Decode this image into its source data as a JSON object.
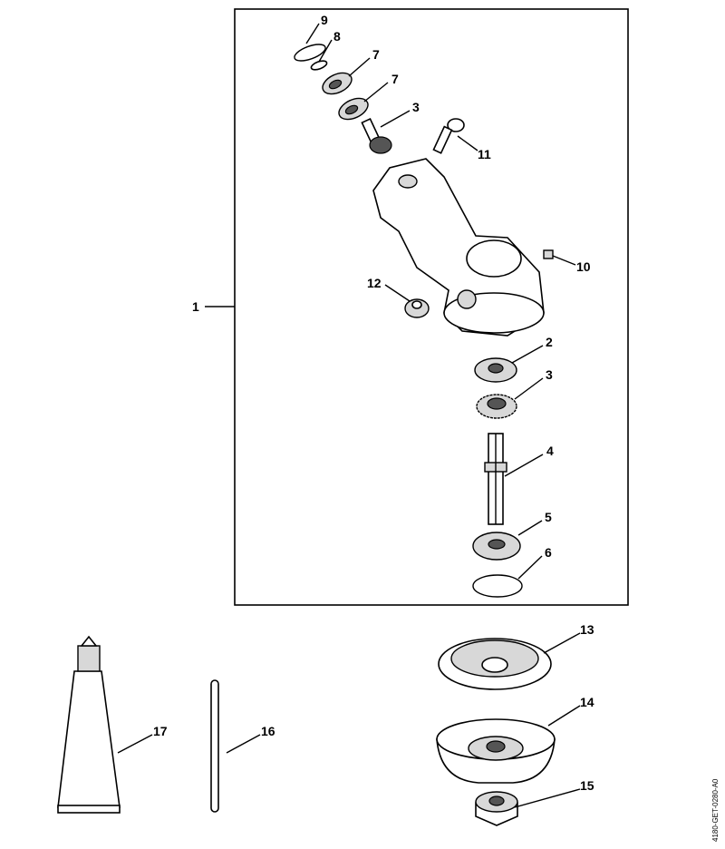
{
  "drawing_code": "4180-GET-0280-A0",
  "callouts": {
    "c1": "1",
    "c2": "2",
    "c3a": "3",
    "c3b": "3",
    "c4": "4",
    "c5": "5",
    "c6": "6",
    "c7a": "7",
    "c7b": "7",
    "c8": "8",
    "c9": "9",
    "c10": "10",
    "c11": "11",
    "c12": "12",
    "c13": "13",
    "c14": "14",
    "c15": "15",
    "c16": "16",
    "c17": "17"
  }
}
